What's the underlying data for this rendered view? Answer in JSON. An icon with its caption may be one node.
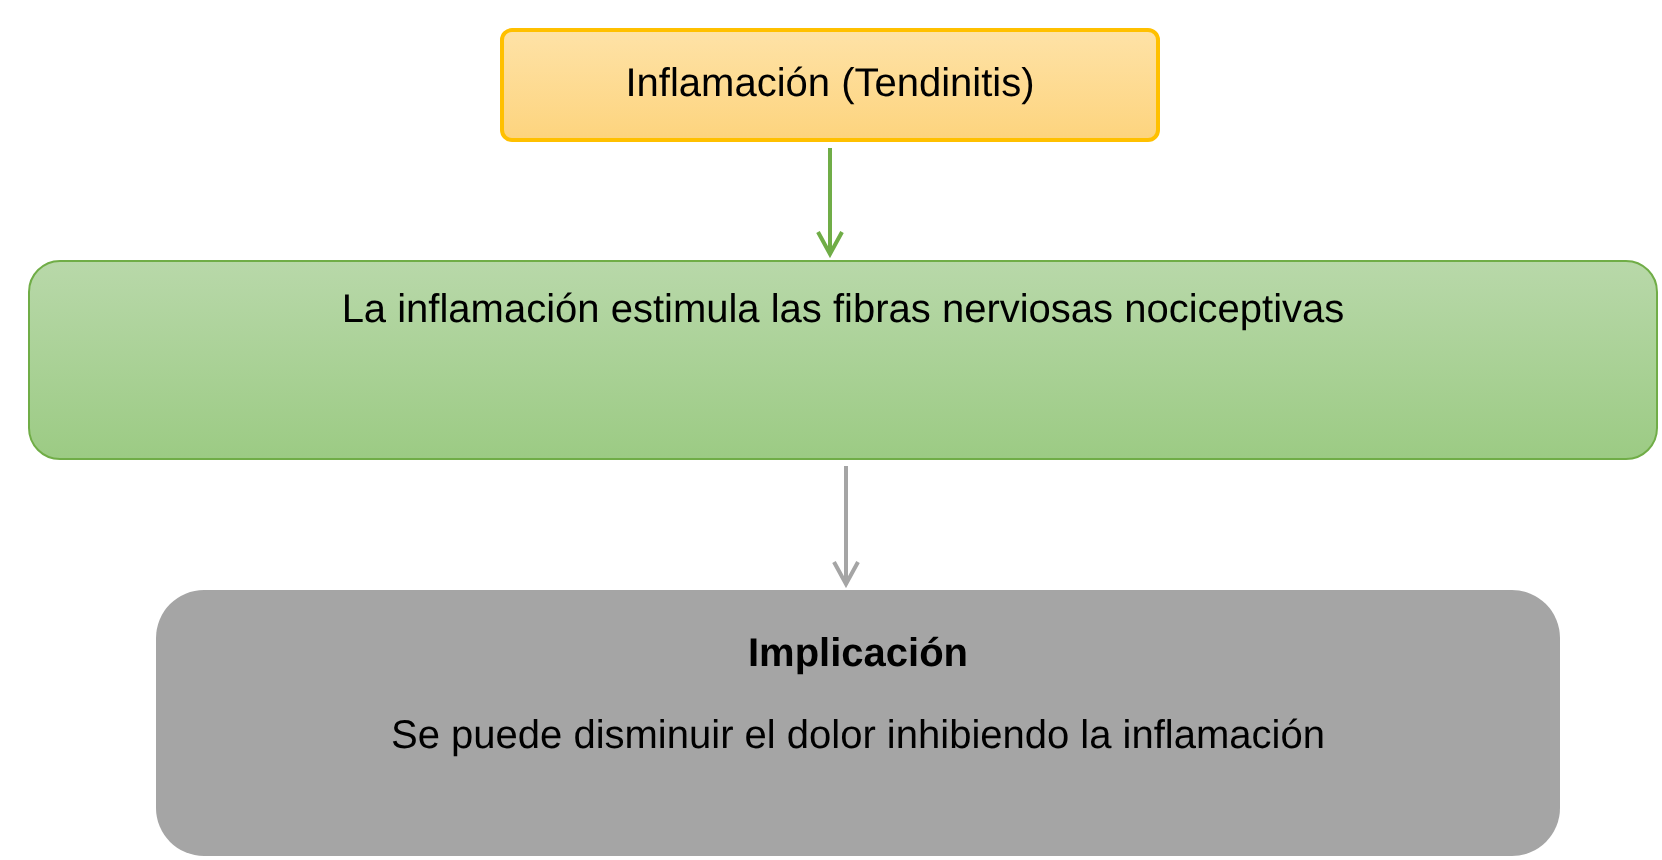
{
  "diagram": {
    "nodes": [
      {
        "text": [
          "Inflamación (Tendinitis)"
        ]
      },
      {
        "text": [
          "La inflamación estimula las fibras nerviosas nociceptivas"
        ]
      },
      {
        "text": [
          "Implicación",
          "Se puede disminuir el dolor inhibiendo la inflamación"
        ]
      }
    ],
    "edges": [
      {
        "from": 0,
        "to": 1,
        "arrow": "to",
        "color": "#70ad47"
      },
      {
        "from": 1,
        "to": 2,
        "arrow": "to",
        "color": "#a5a5a5"
      }
    ]
  }
}
